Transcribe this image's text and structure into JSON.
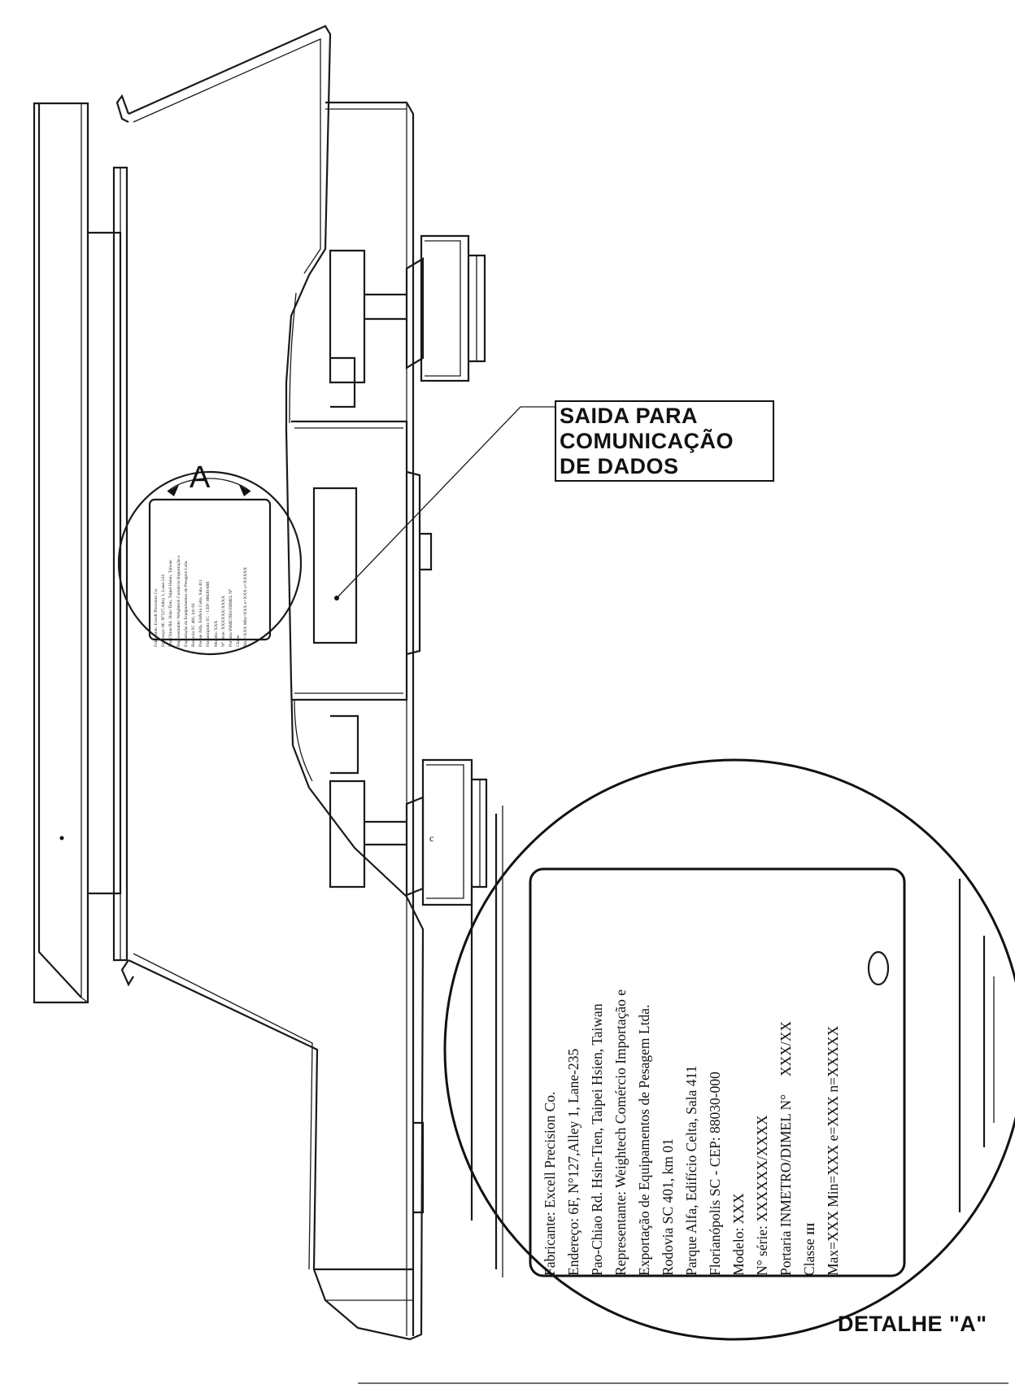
{
  "callout": {
    "line1": "SAIDA PARA",
    "line2": "COMUNICAÇÃO",
    "line3": "DE DADOS"
  },
  "view_letter": "A",
  "detail_caption": "DETALHE \"A\"",
  "nameplate": {
    "rows": [
      "Fabricante: Excell Precision Co.",
      "Endereço: 6F, N°127,Alley 1, Lane-235",
      "Pao-Chiao Rd. Hsin-Tien, Taipei Hsien, Taiwan",
      "Representante: Weightech Comércio Importação e",
      "Exportação de Equipamentos de Pesagem Ltda.",
      "Rodovia SC 401, km 01",
      "Parque Alfa, Edifício Celta, Sala 411",
      "Florianópolis SC - CEP: 88030-000",
      "Modelo: XXX",
      "N° série: XXXXXX/XXXX",
      "Portaria INMETRO/DIMEL N°",
      "Classe",
      "Max=XXX Min=XXX e=XXX n=XXXXX"
    ],
    "portaria_value": "XXX/XX",
    "class_symbol": "III"
  },
  "colors": {
    "ink": "#1a1a1a",
    "paper": "#ffffff"
  }
}
